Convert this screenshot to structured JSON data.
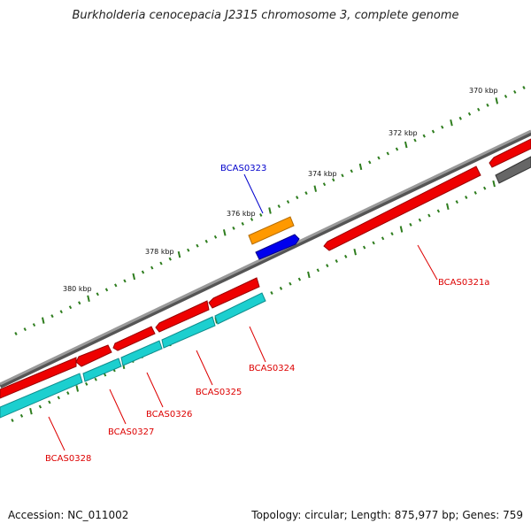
{
  "title": "Burkholderia cenocepacia J2315 chromosome 3, complete genome",
  "footer": {
    "accession": "Accession: NC_011002",
    "summary": "Topology: circular; Length: 875,977 bp; Genes: 759"
  },
  "colors": {
    "backbone": "#7a7a7a",
    "tick": "#2e7d1e",
    "gene_red": "#ee0000",
    "gene_cyan": "#1ccfcf",
    "gene_gray": "#666666",
    "gene_orange": "#ff9900",
    "gene_blue": "#0000ee",
    "label_red": "#dd0000",
    "label_blue": "#0000cc"
  },
  "scale_labels": [
    "370 kbp",
    "372 kbp",
    "374 kbp",
    "376 kbp",
    "378 kbp",
    "380 kbp"
  ],
  "gene_labels": [
    {
      "text": "BCAS0323",
      "color": "blue"
    },
    {
      "text": "BCAS0321a",
      "color": "red"
    },
    {
      "text": "BCAS0324",
      "color": "red"
    },
    {
      "text": "BCAS0325",
      "color": "red"
    },
    {
      "text": "BCAS0326",
      "color": "red"
    },
    {
      "text": "BCAS0327",
      "color": "red"
    },
    {
      "text": "BCAS0328",
      "color": "red"
    }
  ]
}
